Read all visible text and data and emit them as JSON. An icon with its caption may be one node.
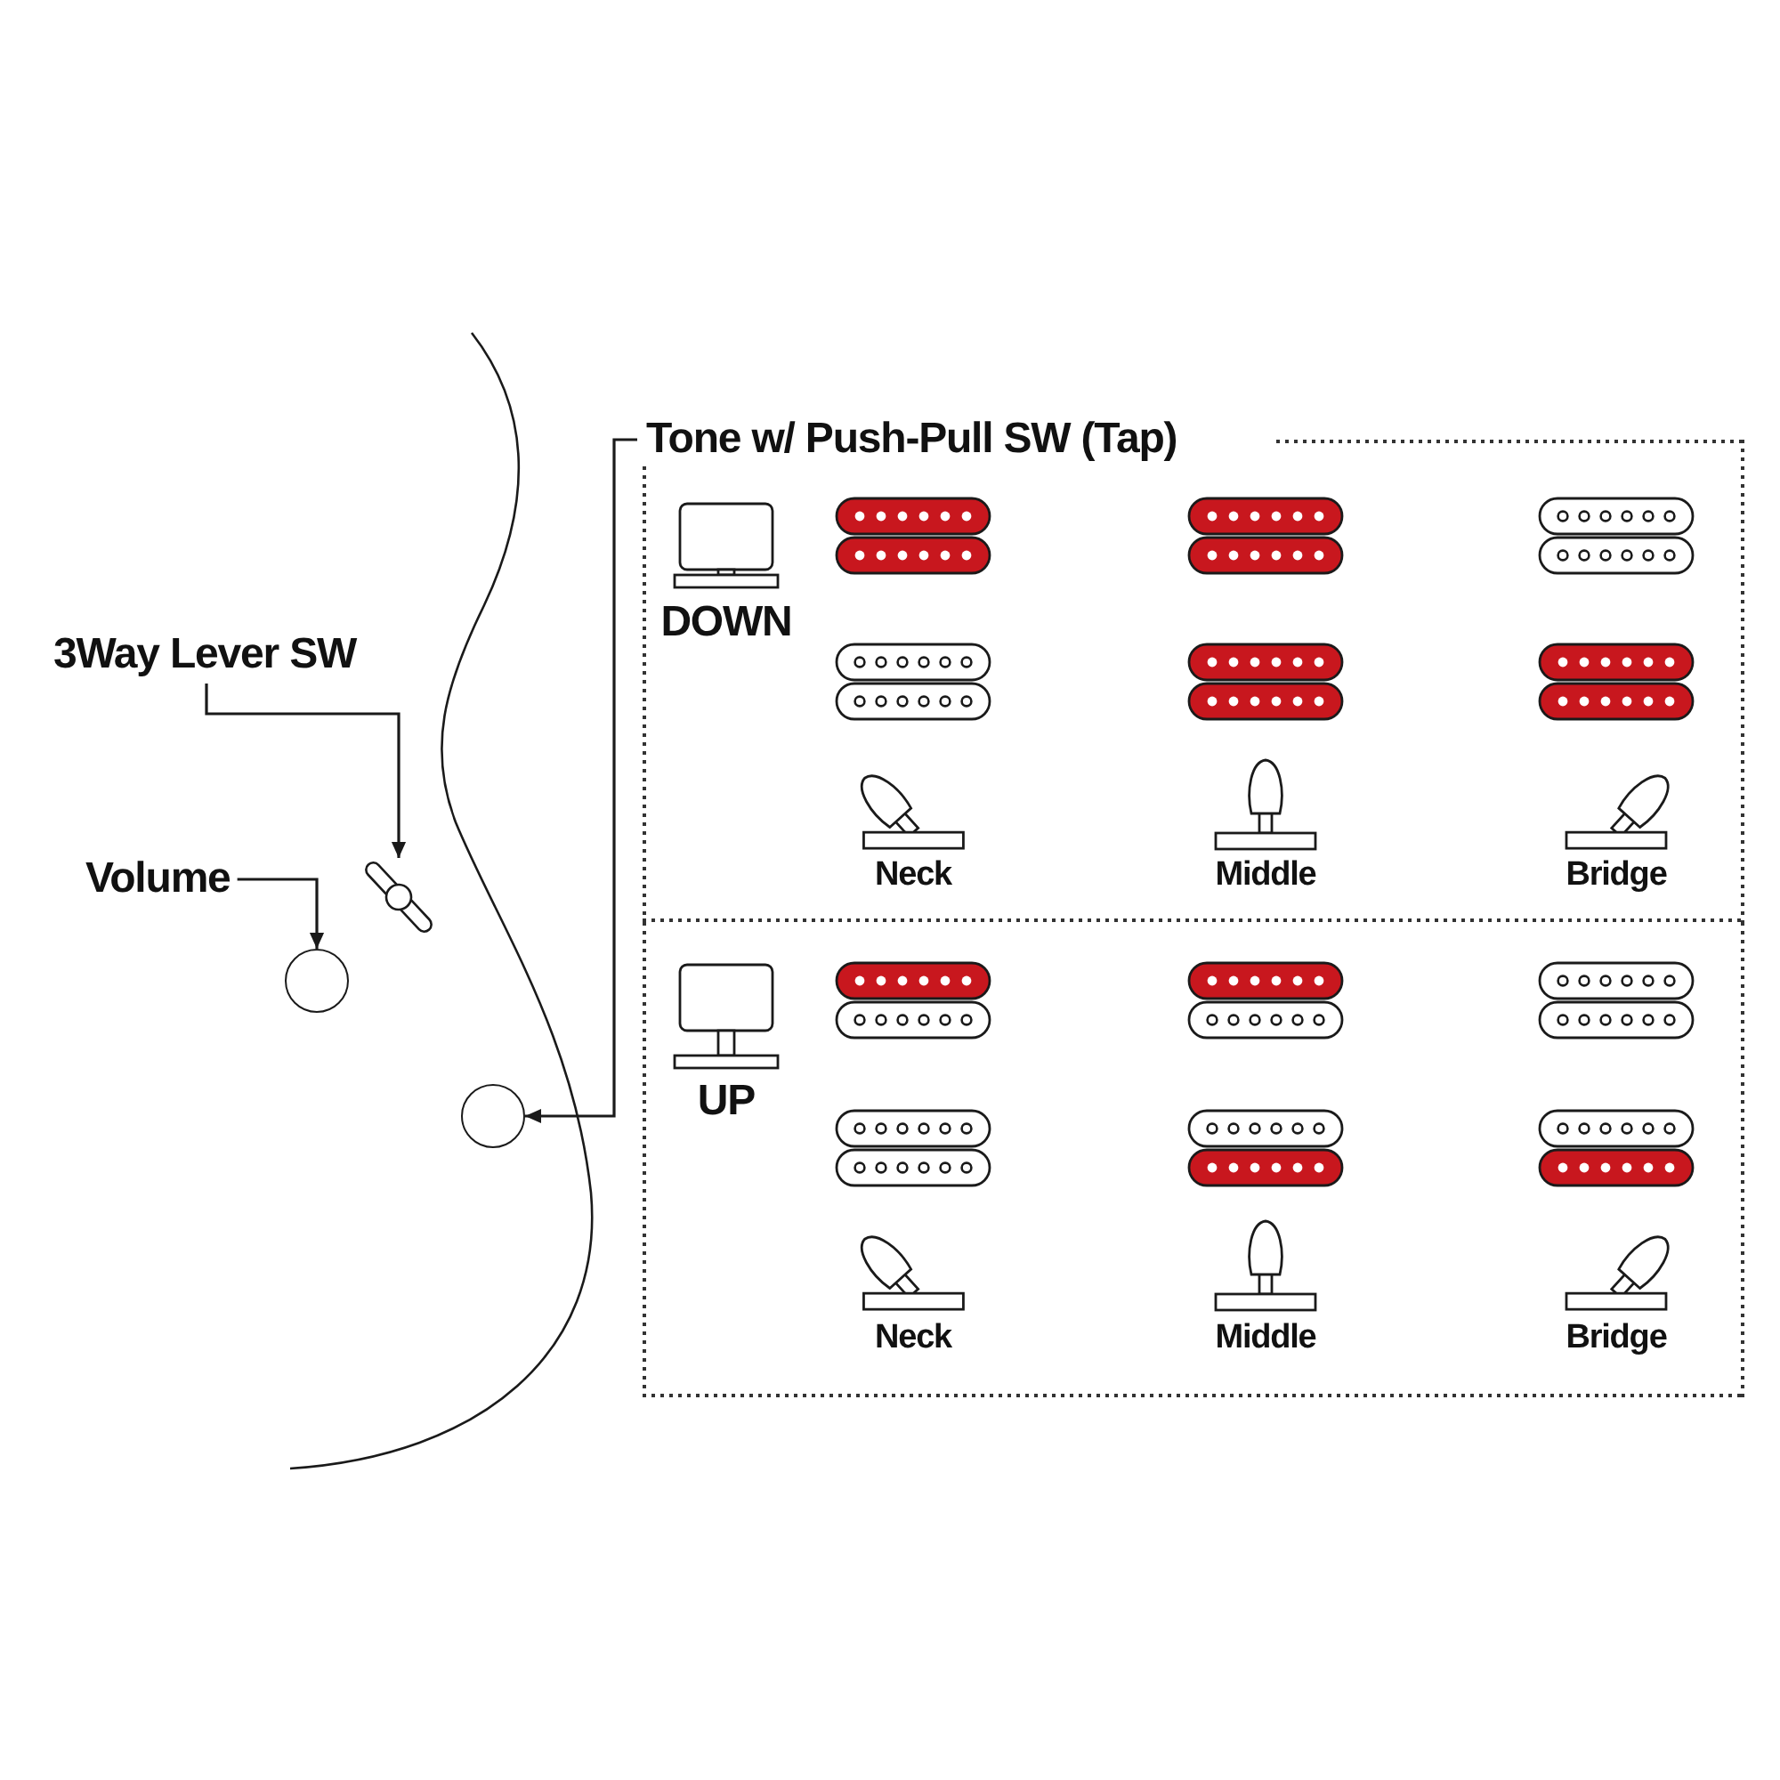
{
  "diagram": {
    "nodes": [
      {
        "text": [
          "Tone w/ Push-Pull SW (Tap)"
        ]
      },
      {
        "text": [
          "DOWN",
          "Neck",
          "Middle",
          "Bridge"
        ],
        "in": 0
      },
      {
        "text": [
          "UP",
          "Neck",
          "Middle",
          "Bridge"
        ],
        "in": 0
      },
      {
        "text": [
          "3Way Lever SW"
        ]
      },
      {
        "text": [],
        "shape": "picture"
      },
      {
        "text": [
          "Volume"
        ]
      },
      {
        "text": [],
        "shape": "circle"
      },
      {
        "text": [],
        "shape": "circle"
      }
    ],
    "edges": [
      {
        "from": 3,
        "to": 4,
        "arrow": "to"
      },
      {
        "from": 5,
        "to": 6,
        "arrow": "to"
      },
      {
        "from": 0,
        "to": 7,
        "arrow": "to"
      }
    ]
  }
}
